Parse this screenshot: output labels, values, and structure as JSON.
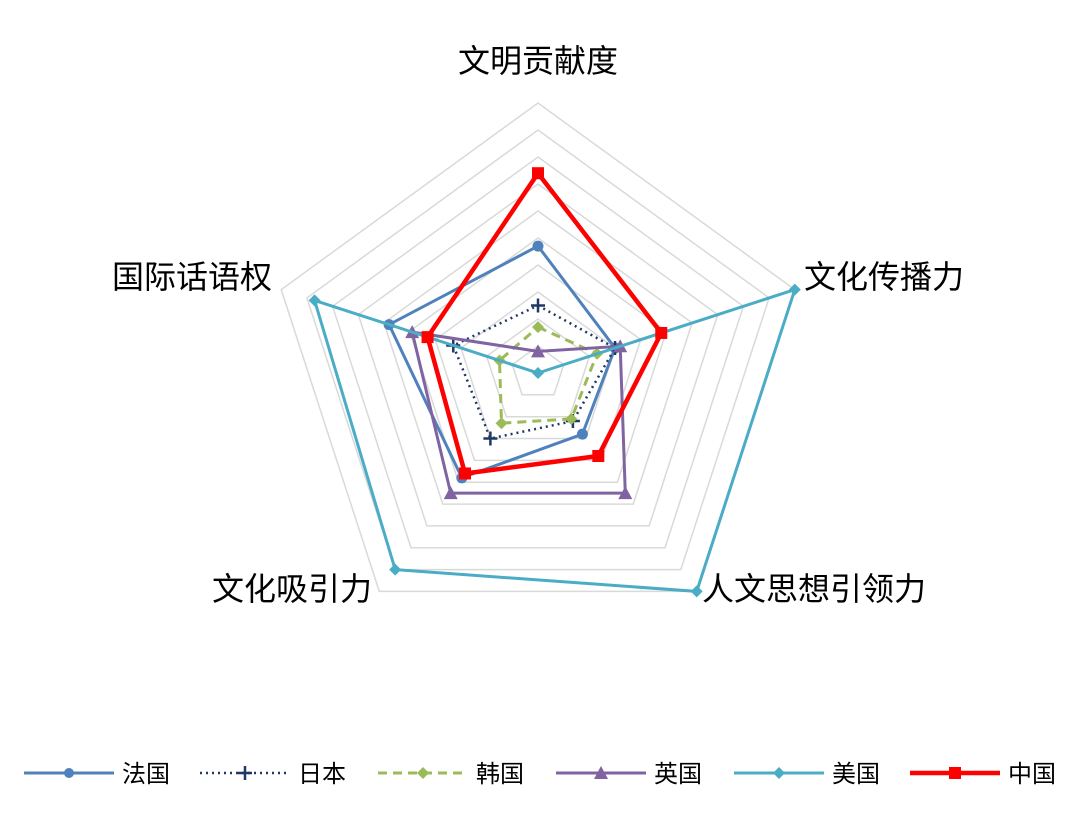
{
  "chart_data": {
    "type": "radar",
    "axes": [
      "文明贡献度",
      "文化传播力",
      "人文思想引领力",
      "文化吸引力",
      "国际话语权"
    ],
    "range": [
      0,
      1
    ],
    "grid": true,
    "legend_position": "bottom",
    "series": [
      {
        "name": "法国",
        "values": [
          0.47,
          0.3,
          0.28,
          0.48,
          0.58
        ],
        "color": "#4F81BD",
        "line": "solid",
        "marker": "circle"
      },
      {
        "name": "日本",
        "values": [
          0.25,
          0.3,
          0.22,
          0.3,
          0.33
        ],
        "color": "#1F3864",
        "line": "dotted",
        "marker": "plus"
      },
      {
        "name": "韩国",
        "values": [
          0.17,
          0.23,
          0.21,
          0.23,
          0.15
        ],
        "color": "#9BBB59",
        "line": "dashed",
        "marker": "diamond"
      },
      {
        "name": "英国",
        "values": [
          0.08,
          0.32,
          0.55,
          0.55,
          0.49
        ],
        "color": "#8064A2",
        "line": "solid",
        "marker": "triangle"
      },
      {
        "name": "美国",
        "values": [
          0.0,
          1.0,
          1.0,
          0.9,
          0.87
        ],
        "color": "#4BACC6",
        "line": "solid",
        "marker": "diamond"
      },
      {
        "name": "中国",
        "values": [
          0.74,
          0.48,
          0.38,
          0.46,
          0.43
        ],
        "color": "#FF0000",
        "line": "solid",
        "marker": "square"
      }
    ]
  }
}
